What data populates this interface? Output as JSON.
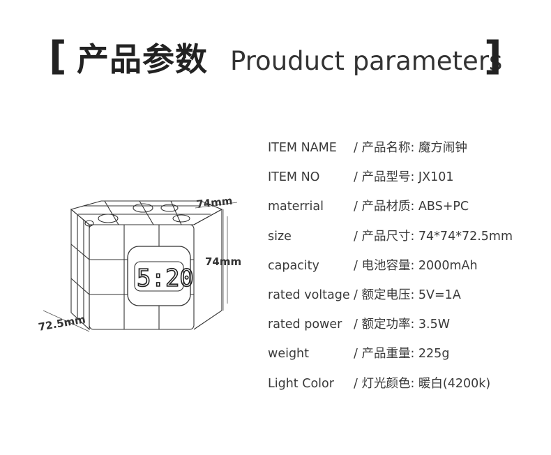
{
  "header": {
    "bracket_left": "[",
    "title_zh": "产品参数",
    "title_en": "Prouduct parameters",
    "bracket_right": "]"
  },
  "product": {
    "dim_depth": "72.5mm",
    "dim_height": "74mm",
    "dim_width": "74mm",
    "clock_time": "5:20"
  },
  "params": [
    {
      "label": "ITEM NAME",
      "value": "/ 产品名称: 魔方闹钟"
    },
    {
      "label": "ITEM NO",
      "value": "/ 产品型号: JX101"
    },
    {
      "label": "materrial",
      "value": "/ 产品材质: ABS+PC"
    },
    {
      "label": "size",
      "value": "/ 产品尺寸: 74*74*72.5mm"
    },
    {
      "label": "capacity",
      "value": "/ 电池容量: 2000mAh"
    },
    {
      "label": "rated voltage",
      "value": "/ 额定电压: 5V=1A"
    },
    {
      "label": "rated power",
      "value": "/ 额定功率: 3.5W"
    },
    {
      "label": "weight",
      "value": "/ 产品重量: 225g"
    },
    {
      "label": "Light Color",
      "value": "/ 灯光颜色:  暖白(4200k)"
    }
  ]
}
